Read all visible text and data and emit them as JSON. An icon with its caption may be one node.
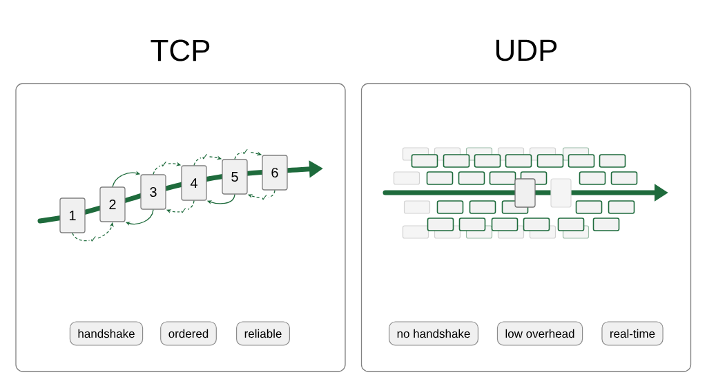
{
  "diagram": {
    "nodes": [
      {
        "text": [
          "TCP"
        ]
      },
      {
        "text": [
          "1"
        ],
        "in": 0
      },
      {
        "text": [
          "2"
        ],
        "in": 0
      },
      {
        "text": [
          "3"
        ],
        "in": 0
      },
      {
        "text": [
          "4"
        ],
        "in": 0
      },
      {
        "text": [
          "5"
        ],
        "in": 0
      },
      {
        "text": [
          "6"
        ],
        "in": 0
      },
      {
        "text": [
          "handshake"
        ],
        "in": 0
      },
      {
        "text": [
          "ordered"
        ],
        "in": 0
      },
      {
        "text": [
          "reliable"
        ],
        "in": 0
      },
      {
        "text": [
          "UDP"
        ]
      },
      {
        "text": [
          "no handshake"
        ],
        "in": 10
      },
      {
        "text": [
          "low overhead"
        ],
        "in": 10
      },
      {
        "text": [
          "real-time"
        ],
        "in": 10
      }
    ],
    "edges": [
      {
        "from": 1,
        "to": 2,
        "arrow": "to",
        "style": "dashed",
        "label": "✓"
      },
      {
        "from": 3,
        "to": 2,
        "arrow": "to"
      },
      {
        "from": 2,
        "to": 3,
        "arrow": "to"
      },
      {
        "from": 3,
        "to": 4,
        "arrow": "to",
        "style": "dashed",
        "label": "✓"
      },
      {
        "from": 4,
        "to": 3,
        "arrow": "to",
        "style": "dashed",
        "label": "✓"
      },
      {
        "from": 4,
        "to": 5,
        "arrow": "to",
        "style": "dashed",
        "label": "✓"
      },
      {
        "from": 5,
        "to": 4,
        "arrow": "to"
      },
      {
        "from": 5,
        "to": 6,
        "arrow": "to",
        "style": "dashed",
        "label": "✓"
      },
      {
        "from": 6,
        "to": 5,
        "arrow": "to",
        "style": "dashed",
        "label": "✓"
      }
    ]
  }
}
